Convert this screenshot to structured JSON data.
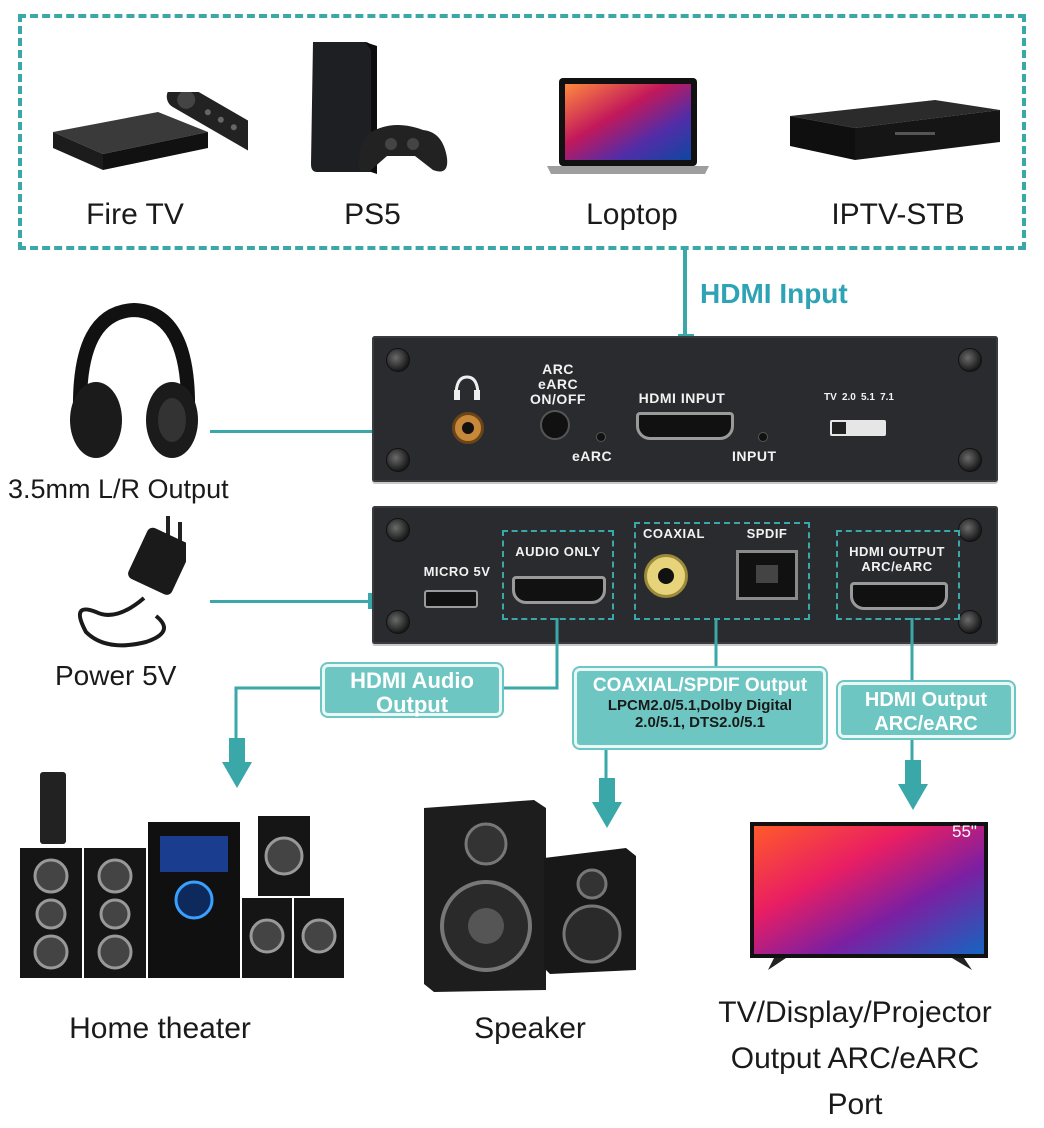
{
  "sources": [
    {
      "label": "Fire TV",
      "icon": "fire-tv-icon"
    },
    {
      "label": "PS5",
      "icon": "ps5-console-icon"
    },
    {
      "label": "Loptop",
      "icon": "laptop-icon"
    },
    {
      "label": "IPTV-STB",
      "icon": "set-top-box-icon"
    }
  ],
  "hdmi_input_label": "HDMI Input",
  "headphone_label": "3.5mm L/R Output",
  "power_label": "Power 5V",
  "front_panel": {
    "arc_toggle": [
      "ARC",
      "eARC",
      "ON/OFF"
    ],
    "hdmi_input": "HDMI INPUT",
    "earc_led": "eARC",
    "input_led": "INPUT",
    "switch_labels": [
      "TV",
      "2.0",
      "5.1",
      "7.1"
    ]
  },
  "back_panel": {
    "micro5v": "MICRO 5V",
    "audio_only": "AUDIO ONLY",
    "coaxial": "COAXIAL",
    "spdif": "SPDIF",
    "hdmi_output": "HDMI OUTPUT",
    "hdmi_output_sub": "ARC/eARC"
  },
  "callouts": {
    "hdmi_audio_line1": "HDMI Audio",
    "hdmi_audio_line2": "Output",
    "coax_title": "COAXIAL/SPDIF Output",
    "coax_sub1": "LPCM2.0/5.1,Dolby Digital",
    "coax_sub2": "2.0/5.1, DTS2.0/5.1",
    "hdmi_out_line1": "HDMI Output",
    "hdmi_out_line2": "ARC/eARC"
  },
  "devices": {
    "home_theater": "Home theater",
    "speaker": "Speaker",
    "tv_line1": "TV/Display/Projector",
    "tv_line2": "Output ARC/eARC Port",
    "tv_size": "55\""
  },
  "colors": {
    "accent": "#3aa7a8",
    "callout": "#6ec6c3",
    "panel": "#2a2b2e"
  }
}
